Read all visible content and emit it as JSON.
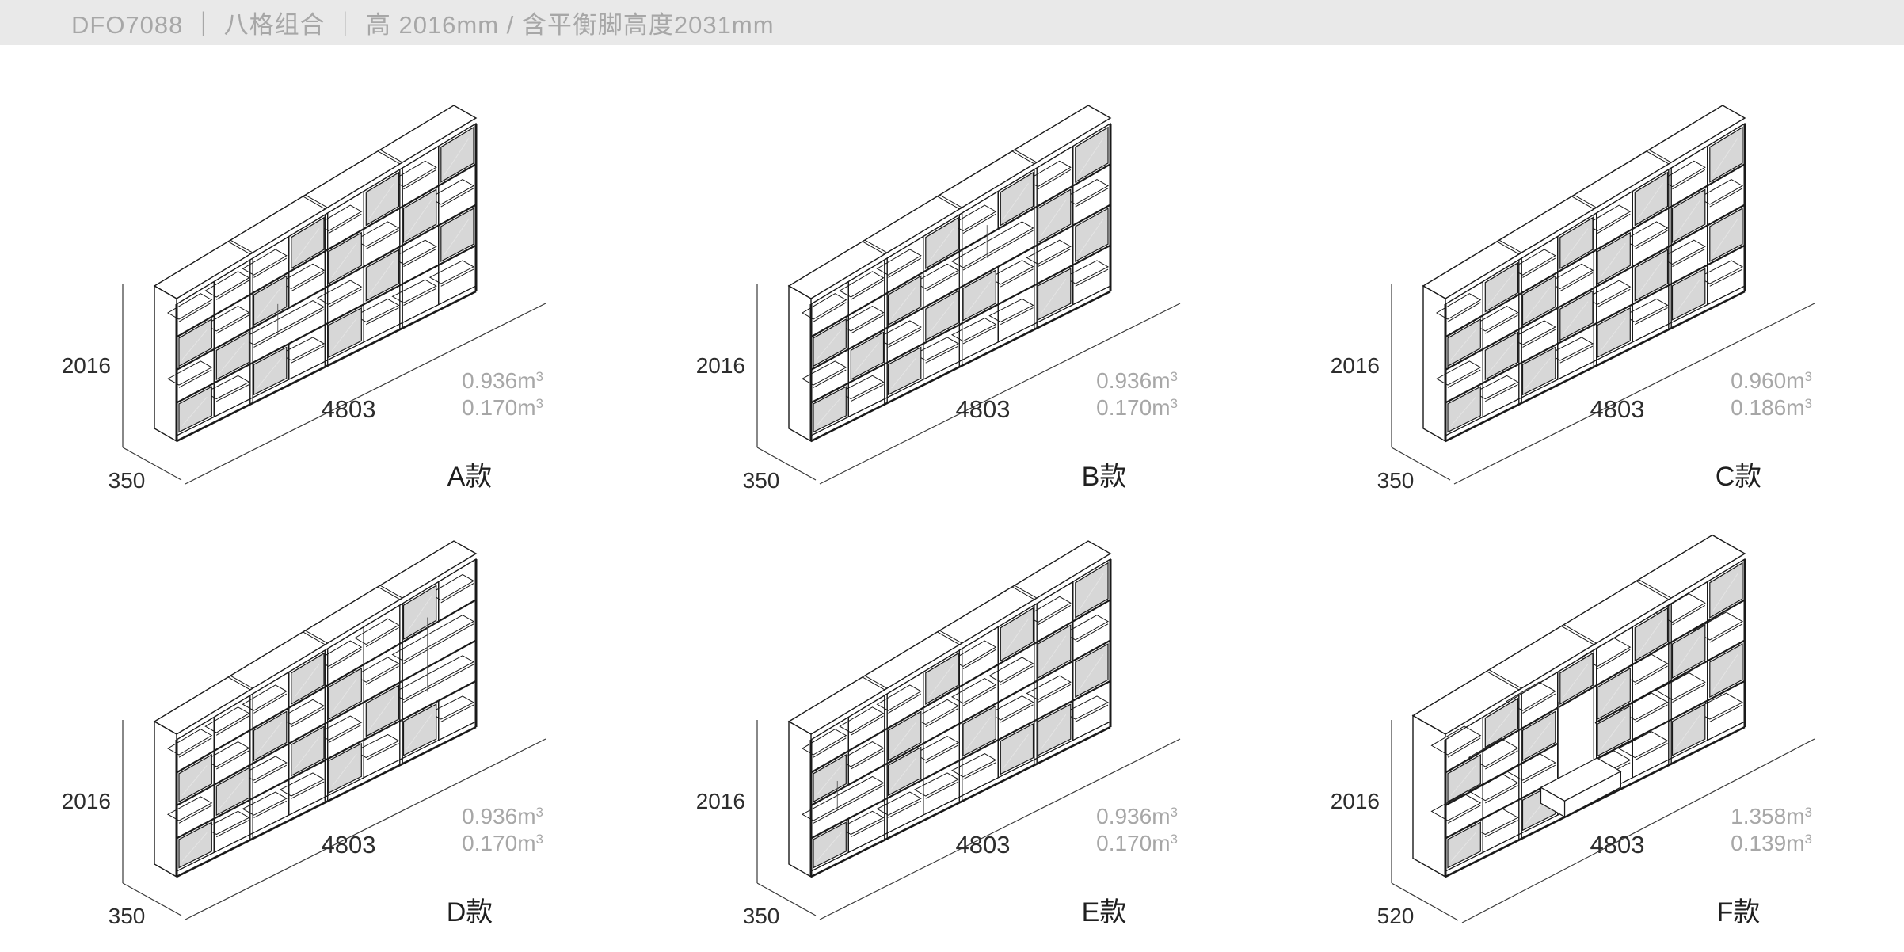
{
  "header": {
    "title": "DFO7088 ｜ 八格组合 ｜ 高 2016mm / 含平衡脚高度2031mm"
  },
  "units": {
    "volume_unit": "m",
    "volume_sup": "3"
  },
  "colors": {
    "background": "#ffffff",
    "header_bg": "#e9e9e9",
    "header_text": "#a7a7a7",
    "line": "#1a1a1a",
    "panel_fill": "#d7d7d7",
    "dim_line": "#3a3a3a",
    "dim_text": "#2d2d2d",
    "muted_text": "#a7a7a7",
    "label_text": "#1f1f1f"
  },
  "diagram": {
    "columns": 8,
    "rows": 4,
    "modules": 4
  },
  "variants": [
    {
      "id": "A",
      "label": "A款",
      "height": "2016",
      "width": "4803",
      "depth": "350",
      "volume_shelf": "0.936",
      "volume_base": "0.170",
      "doors": [
        [
          0,
          1
        ],
        [
          0,
          3
        ],
        [
          1,
          2
        ],
        [
          2,
          1
        ],
        [
          2,
          3
        ],
        [
          3,
          0
        ],
        [
          4,
          1
        ],
        [
          4,
          3
        ],
        [
          5,
          0
        ],
        [
          5,
          2
        ],
        [
          6,
          1
        ],
        [
          7,
          0
        ],
        [
          7,
          2
        ]
      ],
      "niches": [
        {
          "cols": [
            2,
            3
          ],
          "rows": [
            2,
            2
          ],
          "full": false
        }
      ],
      "bench": false
    },
    {
      "id": "B",
      "label": "B款",
      "height": "2016",
      "width": "4803",
      "depth": "350",
      "volume_shelf": "0.936",
      "volume_base": "0.170",
      "doors": [
        [
          0,
          1
        ],
        [
          0,
          3
        ],
        [
          1,
          2
        ],
        [
          2,
          1
        ],
        [
          2,
          3
        ],
        [
          3,
          0
        ],
        [
          3,
          2
        ],
        [
          4,
          2
        ],
        [
          5,
          0
        ],
        [
          6,
          1
        ],
        [
          6,
          3
        ],
        [
          7,
          0
        ],
        [
          7,
          2
        ]
      ],
      "niches": [
        {
          "cols": [
            4,
            5
          ],
          "rows": [
            1,
            1
          ],
          "full": false
        }
      ],
      "bench": false
    },
    {
      "id": "C",
      "label": "C款",
      "height": "2016",
      "width": "4803",
      "depth": "350",
      "volume_shelf": "0.960",
      "volume_base": "0.186",
      "doors": [
        [
          0,
          1
        ],
        [
          0,
          3
        ],
        [
          1,
          0
        ],
        [
          1,
          2
        ],
        [
          2,
          1
        ],
        [
          2,
          3
        ],
        [
          3,
          0
        ],
        [
          3,
          2
        ],
        [
          4,
          1
        ],
        [
          4,
          3
        ],
        [
          5,
          0
        ],
        [
          5,
          2
        ],
        [
          6,
          1
        ],
        [
          6,
          3
        ],
        [
          7,
          0
        ],
        [
          7,
          2
        ]
      ],
      "niches": [],
      "bench": false
    },
    {
      "id": "D",
      "label": "D款",
      "height": "2016",
      "width": "4803",
      "depth": "350",
      "volume_shelf": "0.936",
      "volume_base": "0.170",
      "doors": [
        [
          0,
          1
        ],
        [
          0,
          3
        ],
        [
          1,
          2
        ],
        [
          2,
          1
        ],
        [
          3,
          0
        ],
        [
          3,
          2
        ],
        [
          4,
          1
        ],
        [
          4,
          3
        ],
        [
          5,
          2
        ],
        [
          6,
          0
        ],
        [
          6,
          3
        ]
      ],
      "niches": [
        {
          "cols": [
            6,
            7
          ],
          "rows": [
            1,
            2
          ],
          "full": false
        }
      ],
      "bench": false
    },
    {
      "id": "E",
      "label": "E款",
      "height": "2016",
      "width": "4803",
      "depth": "350",
      "volume_shelf": "0.936",
      "volume_base": "0.170",
      "doors": [
        [
          0,
          1
        ],
        [
          0,
          3
        ],
        [
          2,
          1
        ],
        [
          2,
          2
        ],
        [
          3,
          0
        ],
        [
          4,
          2
        ],
        [
          5,
          0
        ],
        [
          5,
          3
        ],
        [
          6,
          1
        ],
        [
          6,
          3
        ],
        [
          7,
          0
        ],
        [
          7,
          2
        ]
      ],
      "niches": [
        {
          "cols": [
            0,
            1
          ],
          "rows": [
            2,
            2
          ],
          "full": false
        }
      ],
      "bench": false
    },
    {
      "id": "F",
      "label": "F款",
      "height": "2016",
      "width": "4803",
      "depth": "520",
      "volume_shelf": "1.358",
      "volume_base": "0.139",
      "doors": [
        [
          0,
          1
        ],
        [
          0,
          3
        ],
        [
          1,
          0
        ],
        [
          2,
          1
        ],
        [
          2,
          3
        ],
        [
          3,
          0
        ],
        [
          4,
          1
        ],
        [
          4,
          2
        ],
        [
          5,
          0
        ],
        [
          6,
          1
        ],
        [
          6,
          3
        ],
        [
          7,
          0
        ],
        [
          7,
          2
        ]
      ],
      "niches": [
        {
          "cols": [
            3,
            3
          ],
          "rows": [
            1,
            3
          ],
          "full": true
        }
      ],
      "bench": true
    }
  ]
}
